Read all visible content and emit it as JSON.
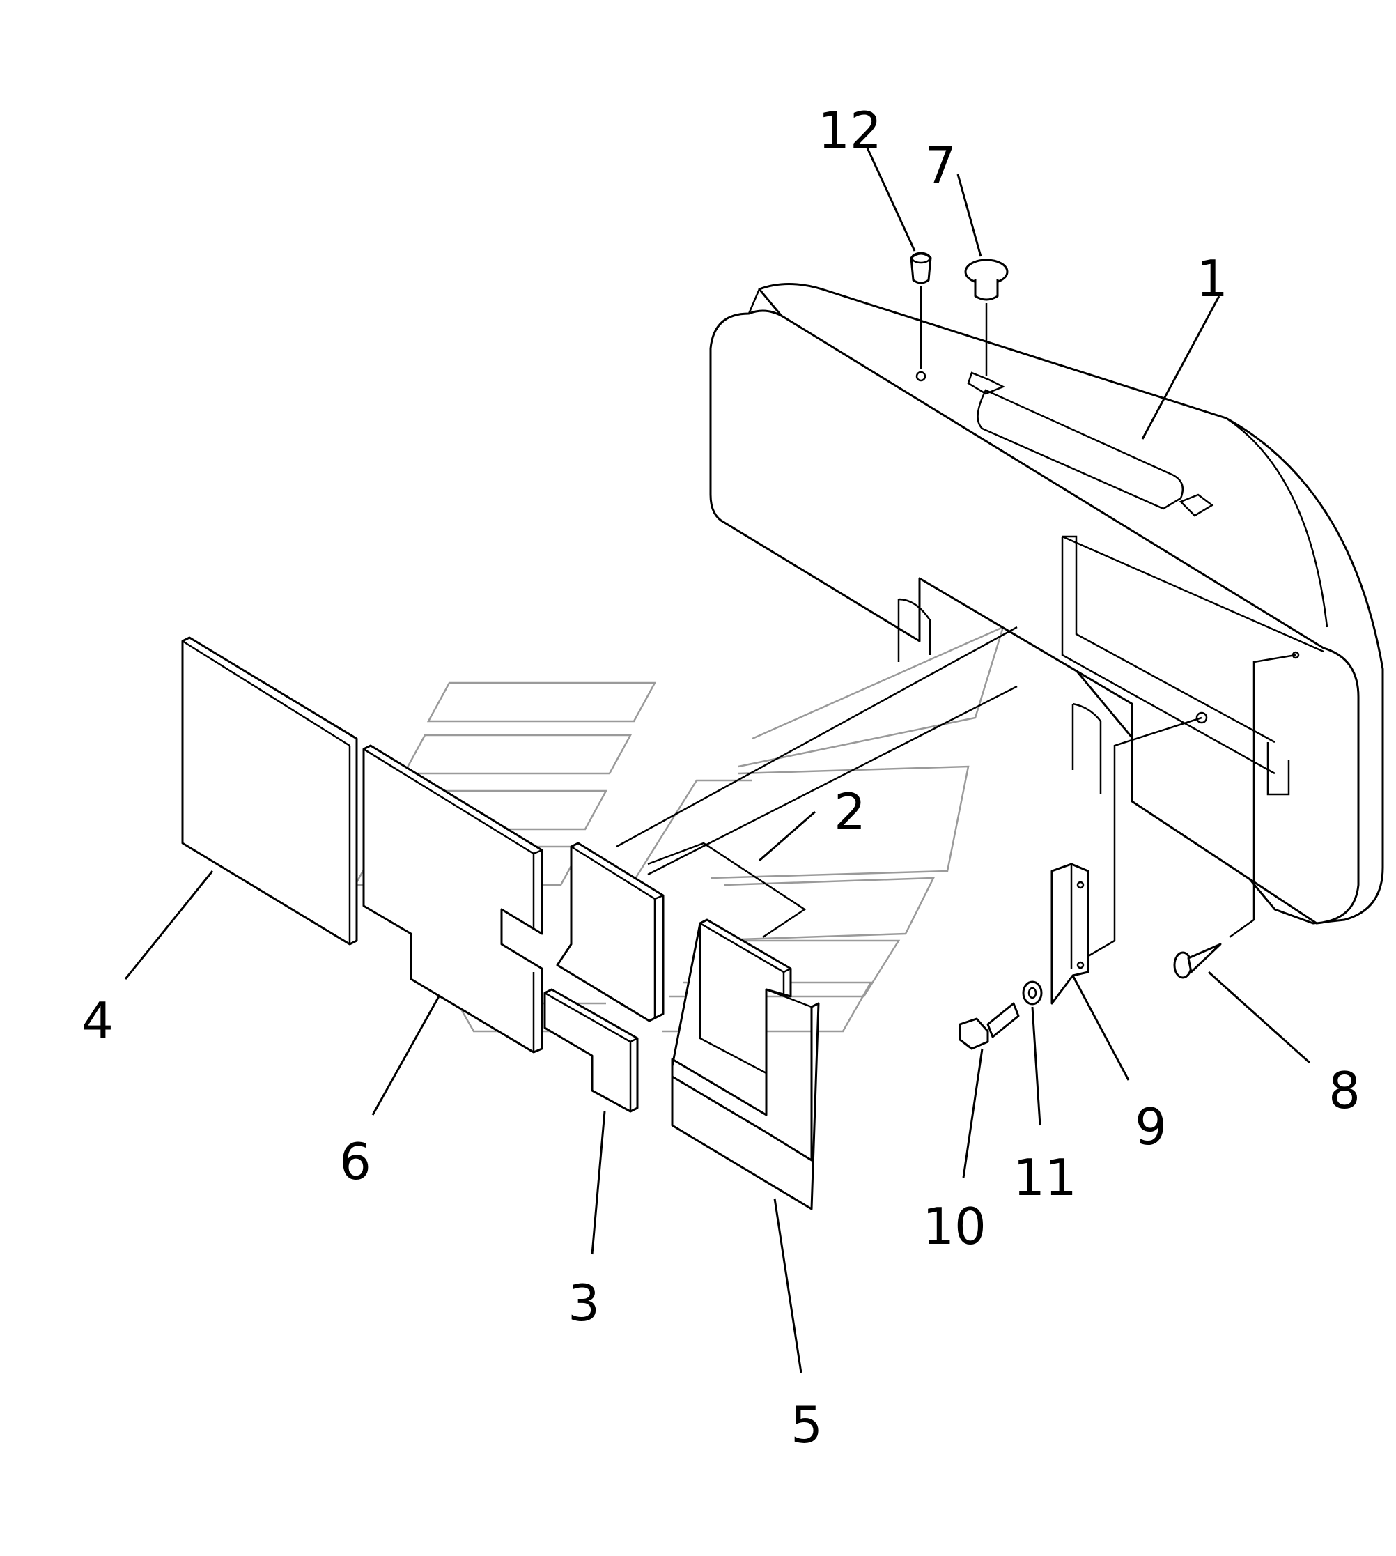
{
  "diagram": {
    "colors": {
      "line": "#000000",
      "watermark": "#9a9a9a",
      "background": "#ffffff"
    },
    "callouts": {
      "c1": "1",
      "c2": "2",
      "c3": "3",
      "c4": "4",
      "c5": "5",
      "c6": "6",
      "c7": "7",
      "c8": "8",
      "c9": "9",
      "c10": "10",
      "c11": "11",
      "c12": "12"
    }
  }
}
